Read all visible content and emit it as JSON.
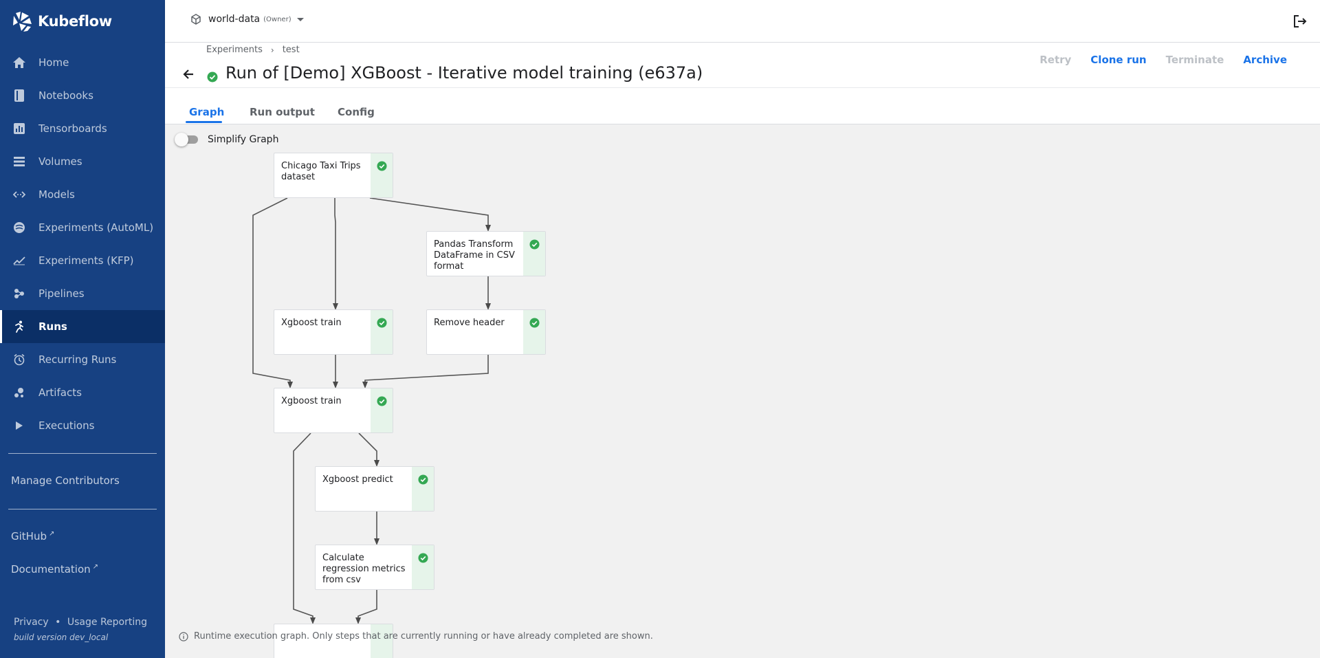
{
  "app": {
    "name": "Kubeflow"
  },
  "sidebar": {
    "items": [
      {
        "label": "Home",
        "icon": "home-icon"
      },
      {
        "label": "Notebooks",
        "icon": "notebook-icon"
      },
      {
        "label": "Tensorboards",
        "icon": "tensorboard-icon"
      },
      {
        "label": "Volumes",
        "icon": "volumes-icon"
      },
      {
        "label": "Models",
        "icon": "models-icon"
      },
      {
        "label": "Experiments (AutoML)",
        "icon": "automl-icon"
      },
      {
        "label": "Experiments (KFP)",
        "icon": "kfp-icon"
      },
      {
        "label": "Pipelines",
        "icon": "pipelines-icon"
      },
      {
        "label": "Runs",
        "icon": "runs-icon",
        "active": true
      },
      {
        "label": "Recurring Runs",
        "icon": "alarm-icon"
      },
      {
        "label": "Artifacts",
        "icon": "artifacts-icon"
      },
      {
        "label": "Executions",
        "icon": "play-icon"
      }
    ],
    "manage_contributors": "Manage Contributors",
    "github": "GitHub",
    "documentation": "Documentation",
    "privacy": "Privacy",
    "bullet": "•",
    "usage_reporting": "Usage Reporting",
    "build_version": "build version dev_local"
  },
  "topbar": {
    "namespace": "world-data",
    "role": "(Owner)"
  },
  "header": {
    "breadcrumbs": [
      "Experiments",
      "test"
    ],
    "breadcrumb_sep": "›",
    "title": "Run of [Demo] XGBoost - Iterative model training (e637a)",
    "actions": {
      "retry": "Retry",
      "clone": "Clone run",
      "terminate": "Terminate",
      "archive": "Archive"
    }
  },
  "tabs": [
    "Graph",
    "Run output",
    "Config"
  ],
  "graph": {
    "simplify_label": "Simplify Graph",
    "simplify_on": false,
    "nodes": [
      {
        "label": "Chicago Taxi Trips dataset",
        "status": "succeeded"
      },
      {
        "label": "Pandas Transform DataFrame in CSV format",
        "status": "succeeded"
      },
      {
        "label": "Xgboost train",
        "status": "succeeded"
      },
      {
        "label": "Remove header",
        "status": "succeeded"
      },
      {
        "label": "Xgboost train",
        "status": "succeeded"
      },
      {
        "label": "Xgboost predict",
        "status": "succeeded"
      },
      {
        "label": "Calculate regression metrics from csv",
        "status": "succeeded"
      },
      {
        "label": "",
        "status": "succeeded"
      }
    ],
    "hint": "Runtime execution graph. Only steps that are currently running or have already completed are shown."
  },
  "colors": {
    "sidebar": "#174182",
    "accent": "#1a73e8",
    "success": "#34a853",
    "success_bg": "#e6f4ea"
  }
}
